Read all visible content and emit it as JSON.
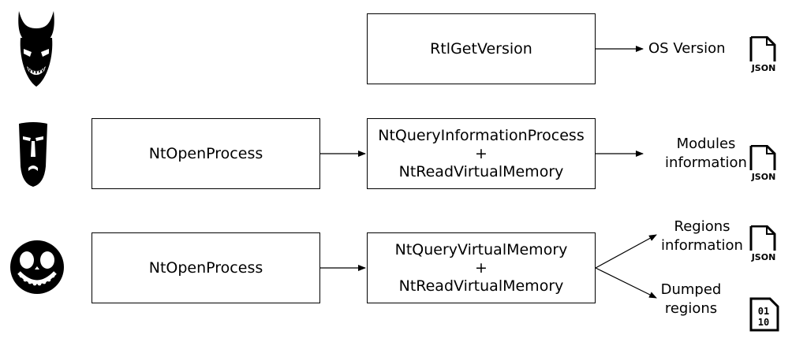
{
  "row1": {
    "call": "RtlGetVersion",
    "output": "OS Version",
    "output_icon": "json-file-icon",
    "actor_icon": "demon-mask-icon"
  },
  "row2": {
    "open": "NtOpenProcess",
    "call_line1": "NtQueryInformationProcess",
    "call_plus": "+",
    "call_line2": "NtReadVirtualMemory",
    "output_line1": "Modules",
    "output_line2": "information",
    "output_icon": "json-file-icon",
    "actor_icon": "long-mask-icon"
  },
  "row3": {
    "open": "NtOpenProcess",
    "call_line1": "NtQueryVirtualMemory",
    "call_plus": "+",
    "call_line2": "NtReadVirtualMemory",
    "output_a_line1": "Regions",
    "output_a_line2": "information",
    "output_a_icon": "json-file-icon",
    "output_b_line1": "Dumped",
    "output_b_line2": "regions",
    "output_b_icon": "binary-file-icon",
    "actor_icon": "skull-face-icon"
  },
  "json_text": "JSON",
  "binary_text_top": "01",
  "binary_text_bottom": "10"
}
